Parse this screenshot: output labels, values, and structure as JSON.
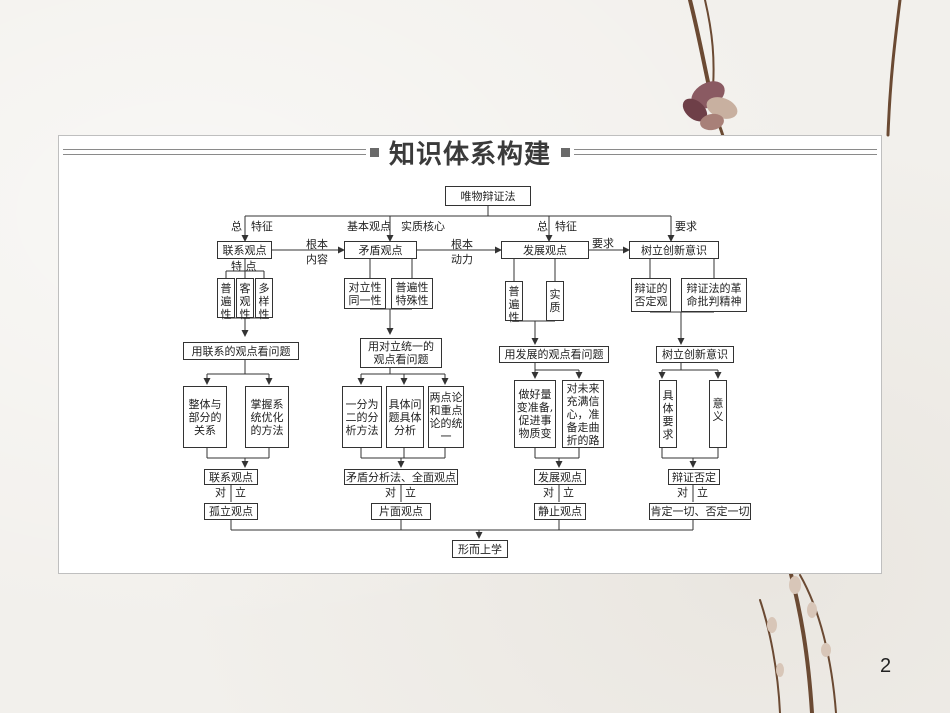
{
  "title": "知识体系构建",
  "page_number": "2",
  "root": "唯物辩证法",
  "edge_labels": {
    "zong1": "总",
    "tezheng1": "特征",
    "jiben": "基本观点",
    "shizhi": "实质核心",
    "zong2": "总",
    "tezheng2": "特征",
    "yaoqiu1": "要求",
    "genben_neirong_1": "根本",
    "genben_neirong_2": "内容",
    "genben_dongli_1": "根本",
    "genben_dongli_2": "动力",
    "yaoqiu2": "要求",
    "tedian": "特 点"
  },
  "main_nodes": {
    "lianxi": "联系观点",
    "maodun": "矛盾观点",
    "fazhan": "发展观点",
    "chuangxin": "树立创新意识"
  },
  "features": {
    "lianxi": [
      "普遍性",
      "客观性",
      "多样性"
    ],
    "maodun": [
      "对立性\n同一性",
      "普遍性\n特殊性"
    ],
    "fazhan": [
      "普遍性",
      "实质"
    ],
    "chuangxin": [
      "辩证的\n否定观",
      "辩证法的革\n命批判精神"
    ]
  },
  "methods": {
    "lianxi": "用联系的观点看问题",
    "maodun": "用对立统一的\n观点看问题",
    "fazhan": "用发展的观点看问题",
    "chuangxin": "树立创新意识"
  },
  "details": {
    "lianxi": [
      "整体与\n部分的\n关系",
      "掌握系\n统优化\n的方法"
    ],
    "maodun": [
      "一分为\n二的分\n析方法",
      "具体问\n题具体\n分析",
      "两点论\n和重点\n论的统\n一"
    ],
    "fazhan": [
      "做好量\n变准备,\n促进事\n物质变",
      "对未来\n充满信\n心，准\n备走曲\n折的路"
    ],
    "chuangxin": [
      "具体要求",
      "意义"
    ]
  },
  "correct_views": {
    "lianxi": "联系观点",
    "maodun": "矛盾分析法、全面观点",
    "fazhan": "发展观点",
    "chuangxin": "辩证否定"
  },
  "opposition_label": {
    "dui": "对",
    "li": "立"
  },
  "wrong_views": {
    "lianxi": "孤立观点",
    "maodun": "片面观点",
    "fazhan": "静止观点",
    "chuangxin": "肯定一切、否定一切"
  },
  "bottom": "形而上学"
}
